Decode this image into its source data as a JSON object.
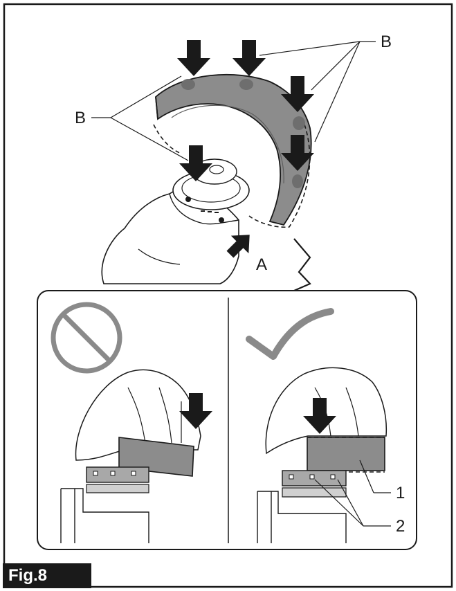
{
  "figure": {
    "caption": "Fig.8"
  },
  "labels": {
    "a": "A",
    "b_right": "B",
    "b_left": "B",
    "part_1": "1",
    "part_2": "2"
  },
  "icons": {
    "prohibited": "prohibited-icon",
    "correct": "checkmark-icon",
    "press_arrow": "down-arrow-icon"
  },
  "colors": {
    "line": "#1a1a1a",
    "guard_fill": "#8c8c8c",
    "guard_dark": "#6e6e6e",
    "symbol_gray": "#8a8a8a",
    "background": "#ffffff"
  }
}
